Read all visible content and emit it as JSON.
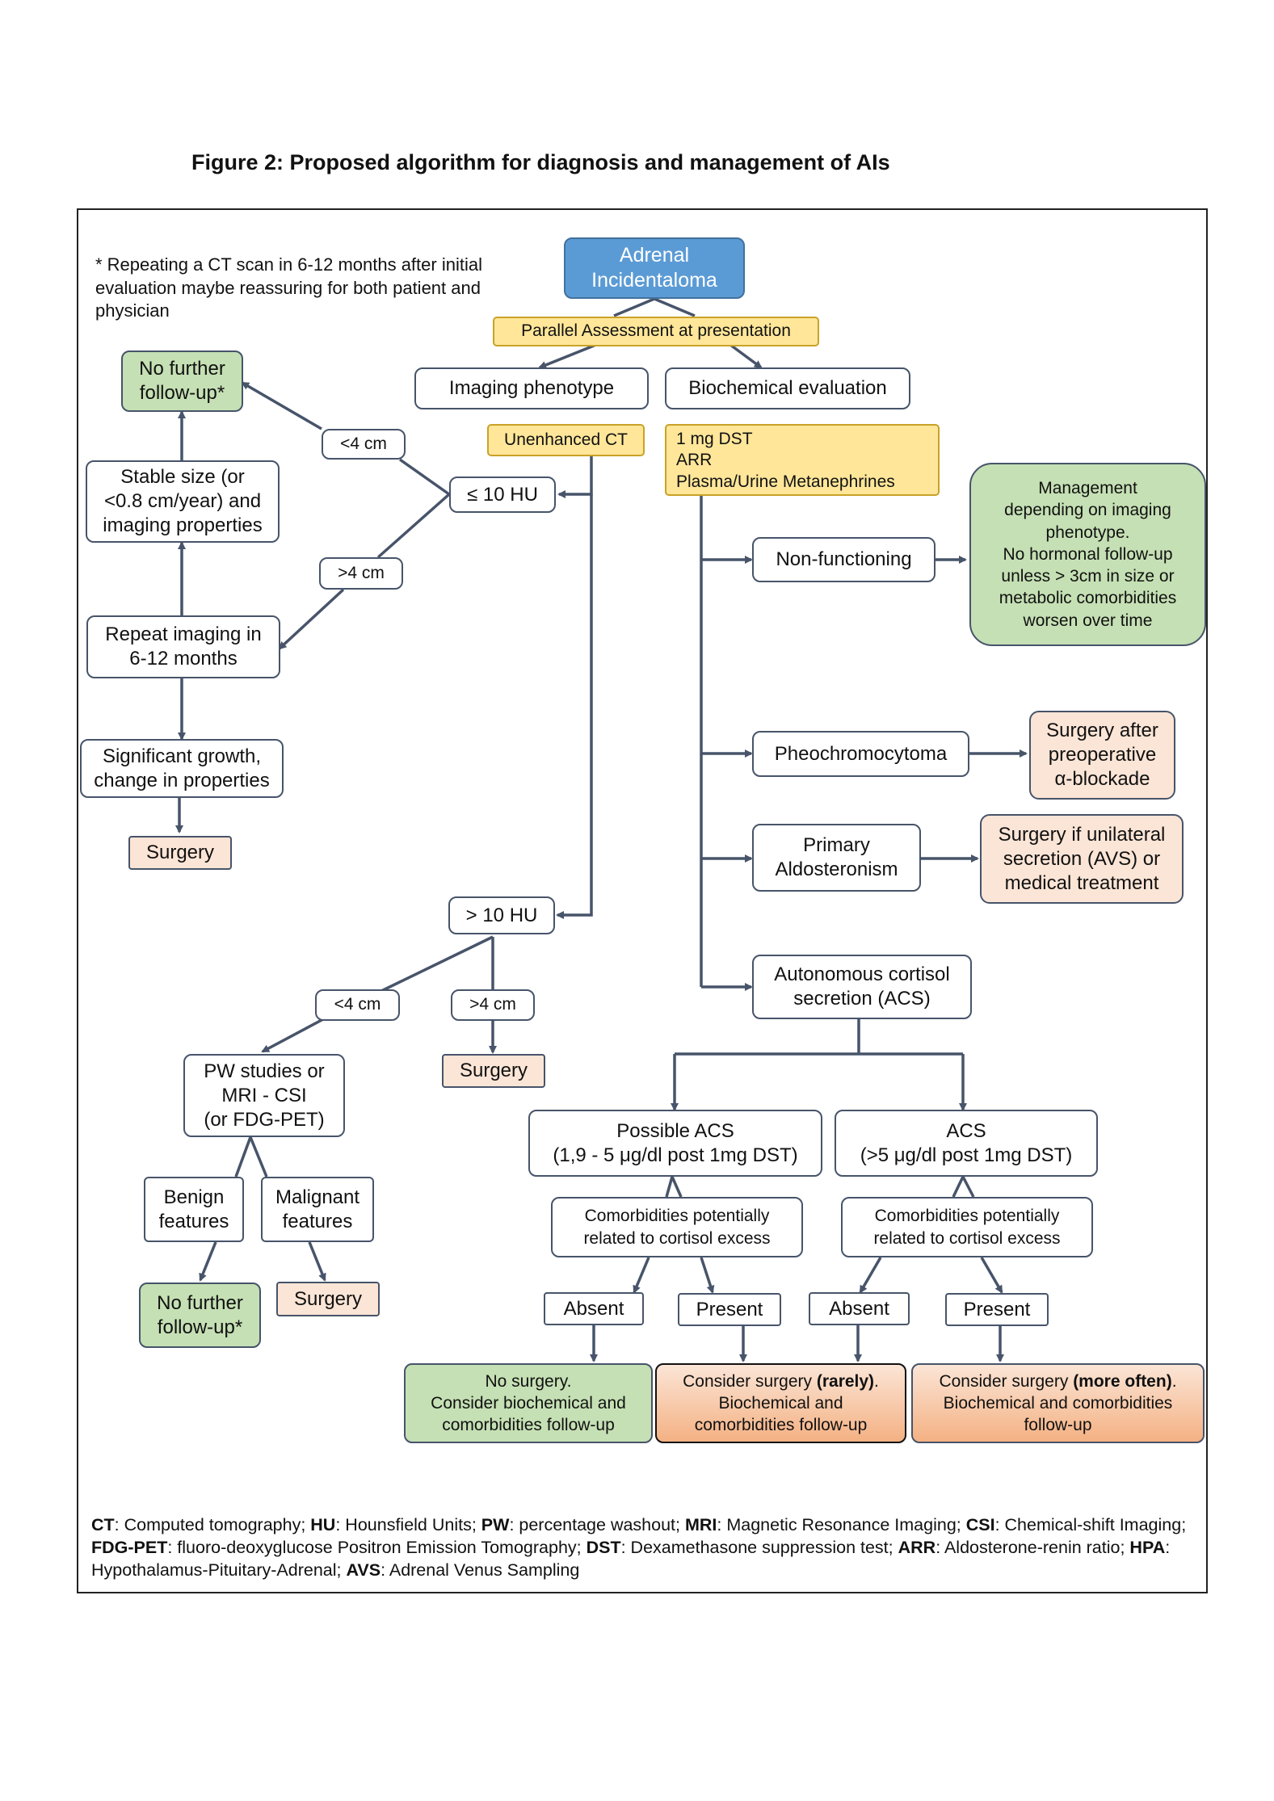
{
  "figure_title": "Figure 2: Proposed algorithm for diagnosis and management of AIs",
  "note": "* Repeating a CT scan in 6-12 months after initial evaluation maybe reassuring for both patient and physician",
  "nodes": {
    "adrenal_incidentaloma": "Adrenal\nIncidentaloma",
    "parallel_assessment": "Parallel Assessment at presentation",
    "imaging_phenotype": "Imaging phenotype",
    "biochemical_evaluation": "Biochemical evaluation",
    "unenhanced_ct": "Unenhanced CT",
    "biochem_tests": "1 mg DST\nARR\nPlasma/Urine Metanephrines",
    "le_10hu": "≤ 10 HU",
    "lt4cm_a": "<4 cm",
    "gt4cm_a": ">4 cm",
    "no_follow_top": "No further\nfollow-up*",
    "stable_size": "Stable size (or\n<0.8 cm/year) and\nimaging properties",
    "repeat_imaging": "Repeat imaging in\n6-12 months",
    "significant_growth": "Significant growth,\nchange in properties",
    "surgery_a": "Surgery",
    "gt_10hu": "> 10 HU",
    "lt4cm_b": "<4 cm",
    "gt4cm_b": ">4 cm",
    "surgery_b": "Surgery",
    "pw_studies": "PW studies or\nMRI - CSI\n(or FDG-PET)",
    "benign": "Benign\nfeatures",
    "malignant": "Malignant\nfeatures",
    "no_follow_bottom": "No further\nfollow-up*",
    "surgery_c": "Surgery",
    "non_functioning": "Non-functioning",
    "management": "Management\ndepending on imaging\nphenotype.\nNo hormonal follow-up\nunless > 3cm in size or\nmetabolic comorbidities\nworsen over time",
    "pheo": "Pheochromocytoma",
    "surgery_pheo": "Surgery after\npreoperative\nα-blockade",
    "primary_aldo": "Primary\nAldosteronism",
    "surgery_aldo": "Surgery if unilateral\nsecretion (AVS) or\nmedical treatment",
    "acs": "Autonomous cortisol\nsecretion (ACS)",
    "possible_acs": "Possible ACS\n(1,9 - 5 μg/dl post 1mg DST)",
    "acs_high": "ACS\n(>5 μg/dl post 1mg DST)",
    "comorb_1": "Comorbidities potentially\nrelated to cortisol excess",
    "comorb_2": "Comorbidities potentially\nrelated to cortisol excess",
    "absent_1": "Absent",
    "present_1": "Present",
    "absent_2": "Absent",
    "present_2": "Present",
    "no_surgery": "No surgery.\nConsider biochemical and\ncomorbidities follow-up",
    "rarely": {
      "pre": "Consider surgery ",
      "bold": "(rarely)",
      "post": ".\nBiochemical and\ncomorbidities follow-up"
    },
    "more_often": {
      "pre": "Consider surgery ",
      "bold": "(more often)",
      "post": ".\nBiochemical and comorbidities\nfollow-up"
    }
  },
  "legend": [
    {
      "abbr": "CT",
      "text": ": Computed tomography; "
    },
    {
      "abbr": "HU",
      "text": ": Hounsfield Units; "
    },
    {
      "abbr": "PW",
      "text": ": percentage washout; "
    },
    {
      "abbr": "MRI",
      "text": ": Magnetic Resonance Imaging; "
    },
    {
      "abbr": "CSI",
      "text": ": Chemical-shift Imaging; "
    },
    {
      "abbr": "FDG-PET",
      "text": ": fluoro-deoxyglucose Positron Emission Tomography; "
    },
    {
      "abbr": "DST",
      "text": ": Dexamethasone suppression test; "
    },
    {
      "abbr": "ARR",
      "text": ": Aldosterone-renin ratio; "
    },
    {
      "abbr": "HPA",
      "text": ": Hypothalamus-Pituitary-Adrenal; "
    },
    {
      "abbr": "AVS",
      "text": ": Adrenal Venus Sampling"
    }
  ],
  "colors": {
    "line": "#47546a",
    "blue": "#5b9bd5",
    "yellow": "#ffe699",
    "green": "#c5e0b4",
    "peach": "#fbe5d6",
    "orange": "#f4b183"
  }
}
